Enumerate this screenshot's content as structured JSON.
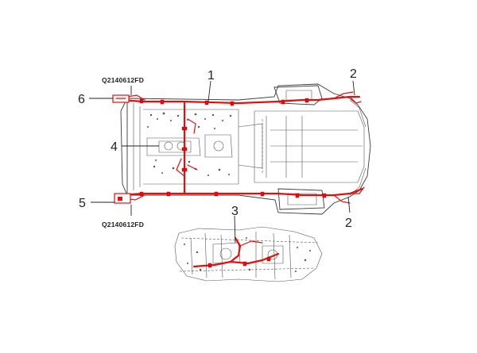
{
  "callouts": {
    "c1": "1",
    "c2_top": "2",
    "c2_bottom": "2",
    "c3": "3",
    "c4": "4",
    "c5": "5",
    "c6": "6"
  },
  "part_numbers": {
    "top": "Q2140612FD",
    "bottom": "Q2140612FD"
  },
  "colors": {
    "harness": "#e01010",
    "body": "#3a3a3a",
    "text": "#222222"
  },
  "components": {
    "main_view": "vehicle-floor-harness-top-view",
    "inset_view": "engine-compartment-detail-view"
  }
}
